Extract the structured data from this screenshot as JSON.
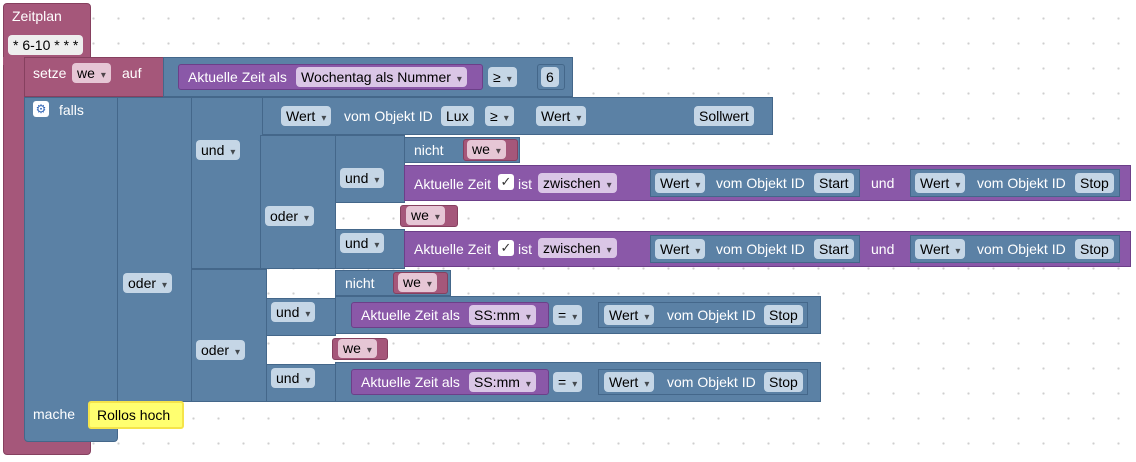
{
  "trigger": {
    "title": "Zeitplan",
    "cron": "* 6-10 * * *"
  },
  "set_block": {
    "prefix": "setze",
    "variable": "we",
    "suffix": "auf",
    "time_label": "Aktuelle Zeit als",
    "format": "Wochentag als Nummer",
    "operator": "≥",
    "value": "6"
  },
  "if_block": {
    "falls": "falls",
    "mache": "mache"
  },
  "logic": {
    "und": "und",
    "oder": "oder",
    "nicht": "nicht",
    "zwischen": "zwischen",
    "ist": "ist",
    "check": "✓"
  },
  "compare1": {
    "left": "Wert",
    "of_object": "vom Objekt ID",
    "left_id": "Lux",
    "operator": "≥",
    "right": "Wert",
    "right_id": "Sollwert"
  },
  "time": {
    "aktuelle_zeit": "Aktuelle Zeit",
    "aktuelle_zeit_als": "Aktuelle Zeit als",
    "ssmm": "SS:mm",
    "eq": "=",
    "start": "Start",
    "stop": "Stop",
    "wert": "Wert",
    "vom": "vom Objekt ID"
  },
  "var": "we",
  "action": {
    "text": "Rollos hoch"
  }
}
